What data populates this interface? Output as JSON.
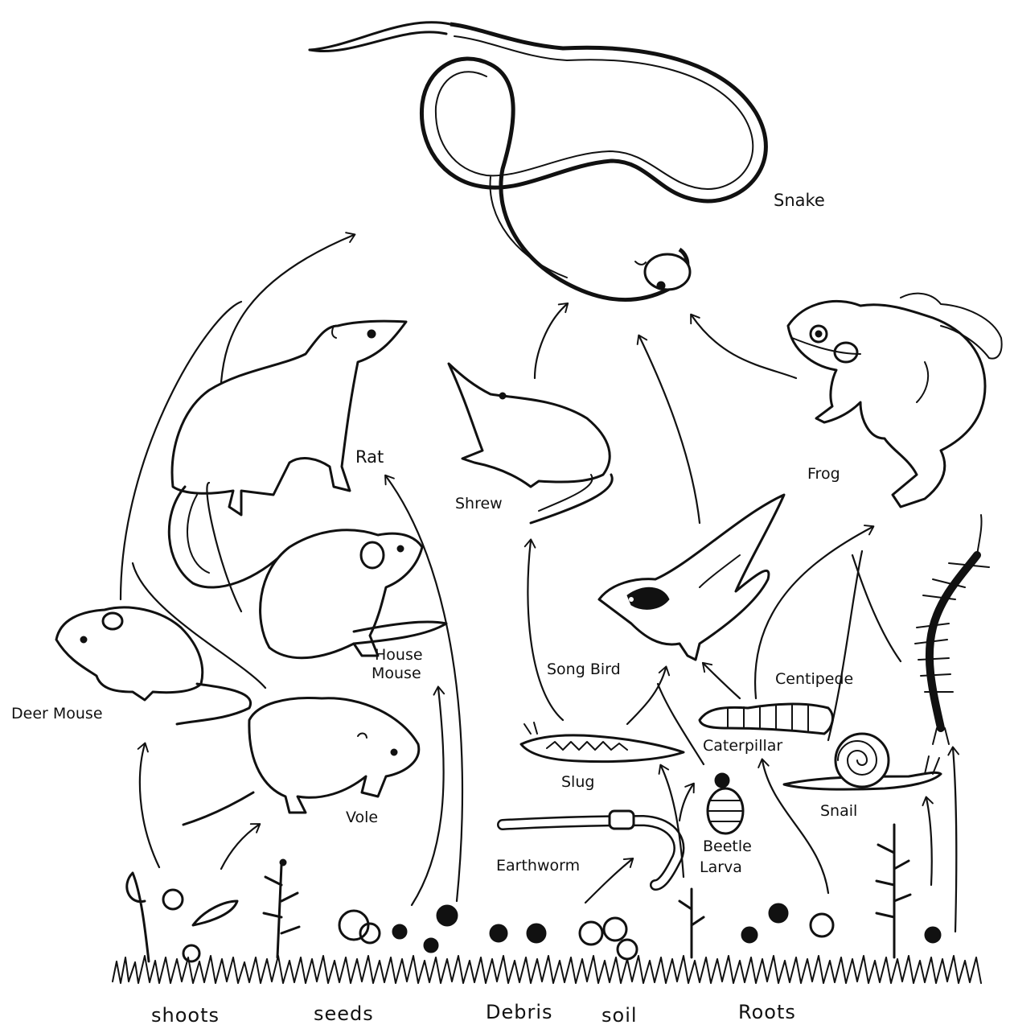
{
  "organisms": {
    "snake": "Snake",
    "frog": "Frog",
    "rat": "Rat",
    "shrew": "Shrew",
    "song_bird": "Song Bird",
    "house_mouse_line1": "House",
    "house_mouse_line2": "Mouse",
    "deer_mouse": "Deer Mouse",
    "vole": "Vole",
    "centipede": "Centipede",
    "caterpillar": "Caterpillar",
    "slug": "Slug",
    "snail": "Snail",
    "earthworm": "Earthworm",
    "beetle_larva_line1": "Beetle",
    "beetle_larva_line2": "Larva"
  },
  "food_sources": {
    "shoots": "shoots",
    "seeds": "seeds",
    "debris": "Debris",
    "soil": "soil",
    "roots": "Roots"
  },
  "colors": {
    "ink": "#111111",
    "paper": "#ffffff"
  }
}
